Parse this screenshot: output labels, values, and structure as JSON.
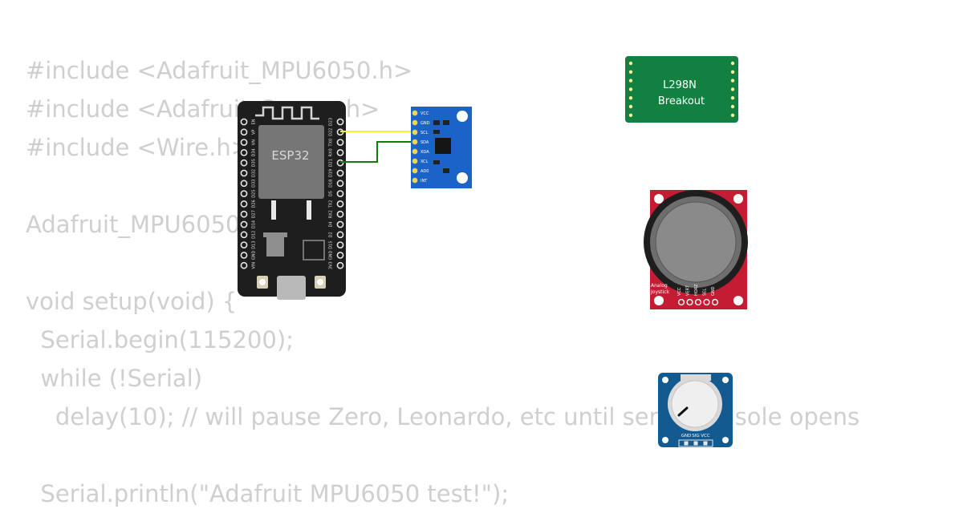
{
  "code_lines": [
    "#include <Adafruit_MPU6050.h>",
    "#include <Adafruit_Sensor.h>",
    "#include <Wire.h>",
    "",
    "Adafruit_MPU6050 mpu;",
    "",
    "void setup(void) {",
    "  Serial.begin(115200);",
    "  while (!Serial)",
    "    delay(10); // will pause Zero, Leonardo, etc until serial console opens",
    "",
    "  Serial.println(\"Adafruit MPU6050 test!\");"
  ],
  "esp32": {
    "label": "ESP32",
    "left_pins": [
      "EN",
      "VP",
      "VN",
      "D34",
      "D35",
      "D32",
      "D33",
      "D25",
      "D26",
      "D27",
      "D14",
      "D12",
      "D13",
      "GND",
      "VIN"
    ],
    "right_pins": [
      "D23",
      "D22",
      "TX0",
      "RX0",
      "D21",
      "D19",
      "D18",
      "D5",
      "TX2",
      "RX2",
      "D4",
      "D2",
      "D15",
      "GND",
      "3V3"
    ]
  },
  "mpu6050": {
    "pins": [
      "VCC",
      "GND",
      "SCL",
      "SDA",
      "XDA",
      "XCL",
      "AD0",
      "INT"
    ]
  },
  "l298n": {
    "line1": "L298N",
    "line2": "Breakout"
  },
  "joystick": {
    "label_line1": "Analog",
    "label_line2": "Joystick",
    "pins": [
      "VCC",
      "VERT",
      "HORZ",
      "SEL",
      "GND"
    ]
  },
  "potentiometer": {
    "pins": [
      "GND",
      "SIG",
      "VCC"
    ]
  },
  "wires": {
    "scl_color": "#f2f22a",
    "sda_color": "#0f7a12"
  },
  "colors": {
    "esp32_board": "#1e1e1e",
    "esp32_chip": "#767676",
    "mpu_board": "#1c63c8",
    "l298n_board": "#118040",
    "joystick_board": "#c41c32",
    "pot_board": "#125a8f"
  }
}
